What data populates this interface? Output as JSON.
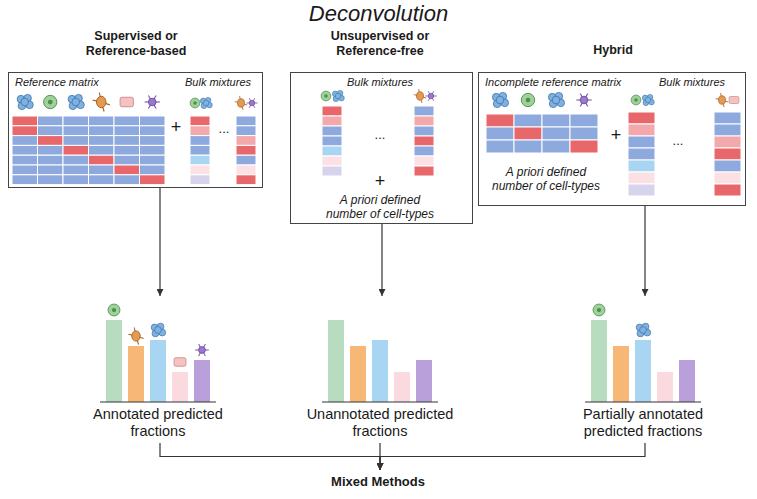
{
  "diagram": {
    "title": "Deconvolution",
    "nodes": [
      {
        "text": [
          "Supervised or Reference-based",
          "Reference matrix",
          "Bulk mixtures",
          "+",
          "..."
        ]
      },
      {
        "text": [
          "Unsupervised or Reference-free",
          "Bulk mixtures",
          "...",
          "+",
          "A priori defined number of cell-types"
        ]
      },
      {
        "text": [
          "Hybrid",
          "Incomplete reference matrix",
          "Bulk mixtures",
          "+",
          "...",
          "A priori defined number of cell-types"
        ]
      },
      {
        "text": [
          "Annotated predicted fractions"
        ]
      },
      {
        "text": [
          "Unannotated predicted fractions"
        ]
      },
      {
        "text": [
          "Partially annotated predicted fractions"
        ]
      },
      {
        "text": [
          "Mixed Methods"
        ]
      }
    ],
    "edges": [
      {
        "from": 0,
        "to": 3,
        "arrow": "to"
      },
      {
        "from": 1,
        "to": 4,
        "arrow": "to"
      },
      {
        "from": 2,
        "to": 5,
        "arrow": "to"
      },
      {
        "from": 3,
        "to": 6,
        "arrow": "to"
      },
      {
        "from": 4,
        "to": 6,
        "arrow": "to"
      },
      {
        "from": 5,
        "to": 6,
        "arrow": "to"
      }
    ]
  }
}
